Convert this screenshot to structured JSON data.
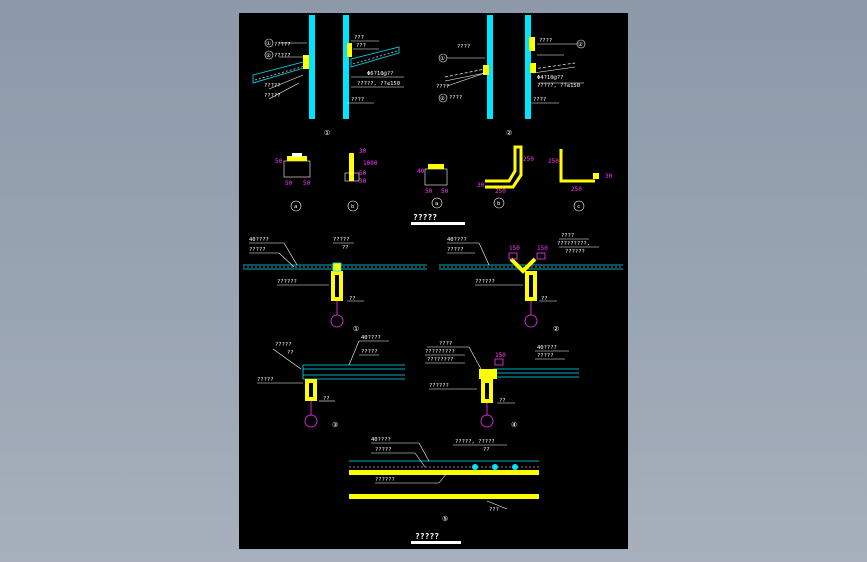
{
  "section1": {
    "label_top": "?????",
    "label_a": "?????",
    "label_b": "?????",
    "bubble_top": "①",
    "bubble_mid": "②",
    "label_right1": "???",
    "label_right2": "???",
    "label_right3": "Φ6?10@??",
    "label_right4": "?????, ??≤150",
    "label_right5": "????",
    "num": "①"
  },
  "section2": {
    "label_l1": "????",
    "label_l2": "????",
    "label_l3": "????",
    "bubble_l1": "①",
    "bubble_l2": "②",
    "label_r1": "????",
    "label_r2": "Φ4?10@??",
    "label_r3": "?????, ??≤150",
    "label_r4": "????",
    "bubble_r1": "②",
    "num": "②"
  },
  "details": {
    "a_num": "a",
    "b_num": "b",
    "a2_num": "a",
    "b2_num": "b",
    "c_num": "c",
    "dims_a": [
      "50",
      "50",
      "50"
    ],
    "dims_b": [
      "30",
      "1000",
      "50",
      "30"
    ],
    "dims_a2": [
      "40",
      "50",
      "50"
    ],
    "dims_b2": [
      "250",
      "30",
      "250"
    ],
    "dims_c": [
      "250",
      "250",
      "30"
    ],
    "caption": "?????"
  },
  "joints": {
    "j1": {
      "num": "①",
      "l1": "40????",
      "l2": "?????",
      "l3": "??????",
      "l4": "?????",
      "l5": "??",
      "l6": "??"
    },
    "j2": {
      "num": "②",
      "l1": "40????",
      "l2": "?????",
      "l3": "??????",
      "l4": "????",
      "l5": "?????????,",
      "l6": "??????",
      "l7": "??",
      "d1": "150",
      "d2": "150"
    },
    "j3": {
      "num": "③",
      "l1": "?????",
      "l2": "??",
      "l3": "?????",
      "l4": "40????",
      "l5": "?????",
      "l6": "??"
    },
    "j4": {
      "num": "④",
      "l1": "????",
      "l2": "?????????",
      "l3": "????????",
      "l4": "40????",
      "l5": "?????",
      "l6": "??????",
      "l7": "??",
      "d1": "150"
    },
    "j5": {
      "num": "⑤",
      "l1": "40????",
      "l2": "?????",
      "l3": "??????",
      "l4": "?????, ?????",
      "l5": "??",
      "l6": "???"
    }
  },
  "footer": {
    "caption": "?????"
  }
}
